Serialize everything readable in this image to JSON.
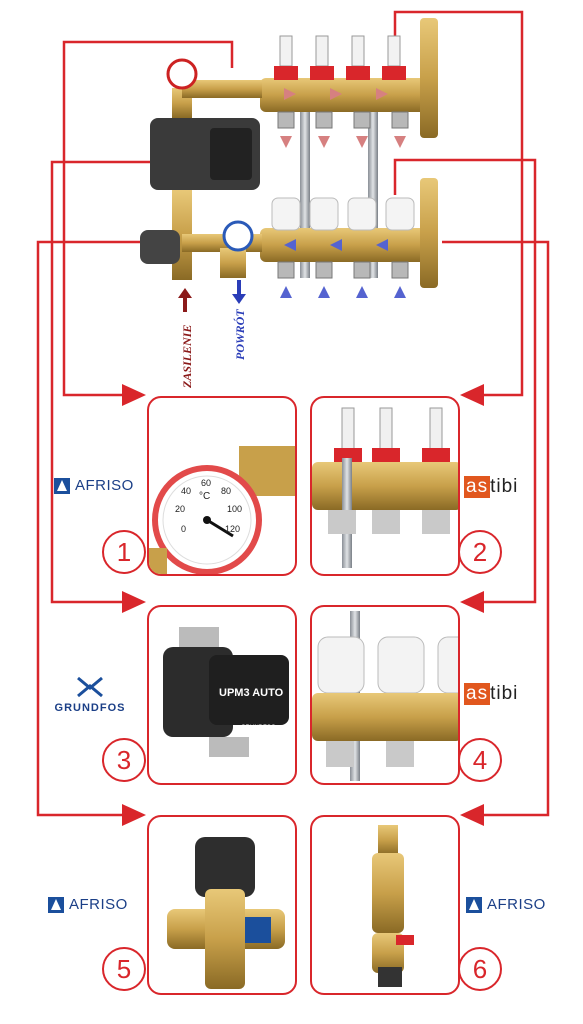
{
  "labels": {
    "supply": "ZASILENIE",
    "return": "POWRÓT"
  },
  "brands": {
    "afriso": "AFRISO",
    "astibi_highlight": "as",
    "astibi_rest": "tibi",
    "grundfos": "GRUNDFOS"
  },
  "pump_label": "UPM3 AUTO",
  "pump_brand_small": "GRUNDFOS",
  "gauge": {
    "unit": "°C",
    "ticks": [
      "0",
      "20",
      "40",
      "60",
      "80",
      "100",
      "120"
    ]
  },
  "panels": [
    {
      "number": "1"
    },
    {
      "number": "2"
    },
    {
      "number": "3"
    },
    {
      "number": "4"
    },
    {
      "number": "5"
    },
    {
      "number": "6"
    }
  ],
  "colors": {
    "line_red": "#d9262b",
    "supply_arrow": "#8b1a1a",
    "return_arrow": "#2a3db8",
    "brass": "#c8a04a",
    "afriso_blue": "#1b4f9c",
    "astibi_orange": "#e1571e"
  }
}
